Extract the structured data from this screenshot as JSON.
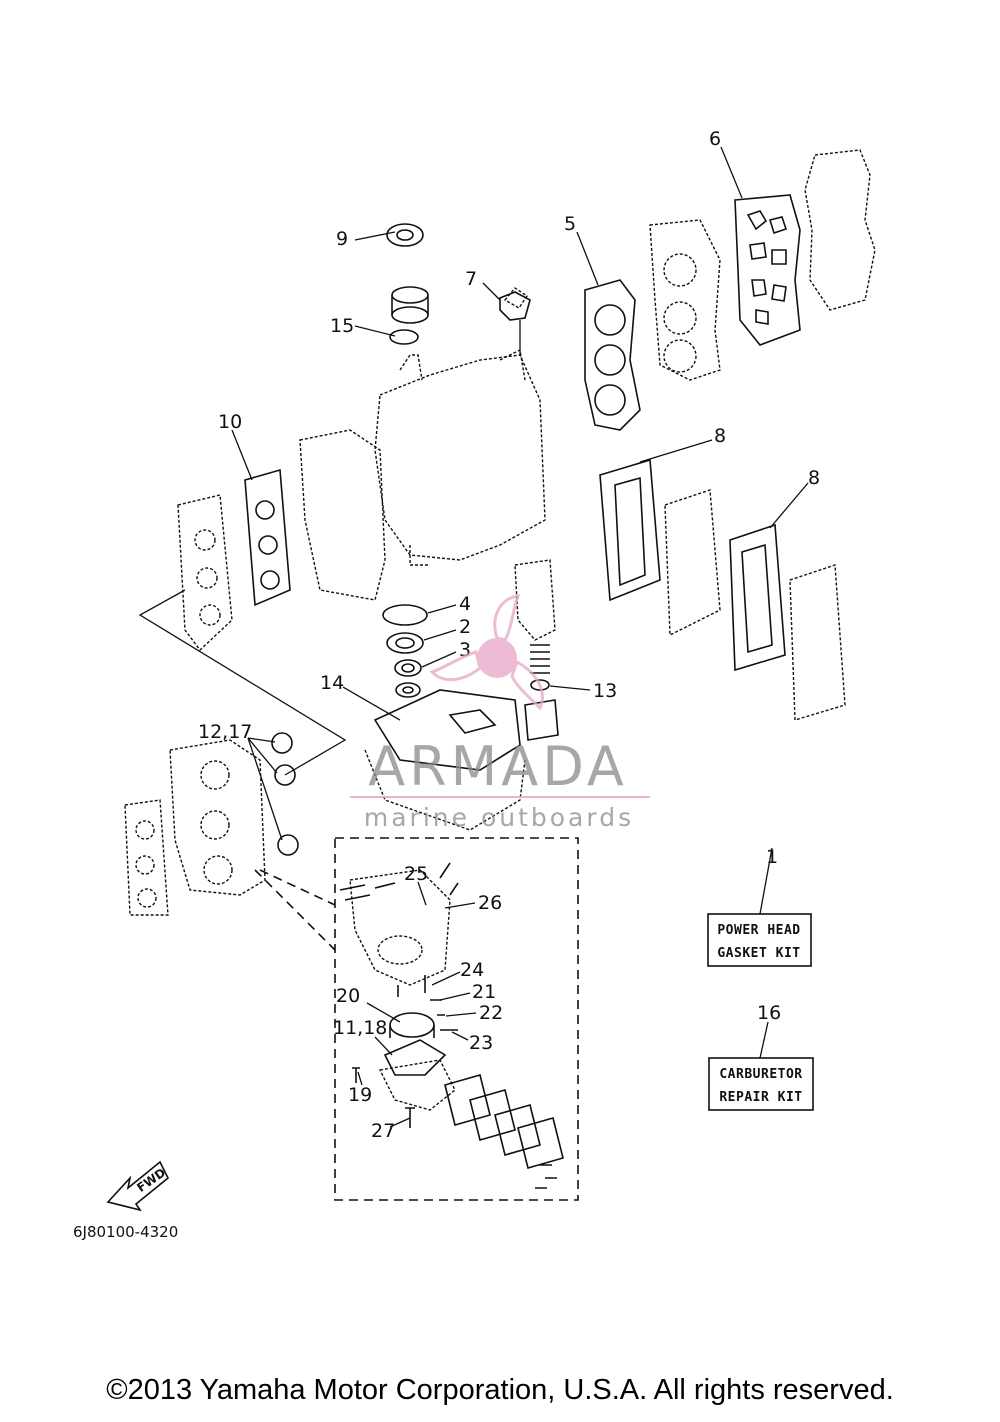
{
  "callouts": {
    "c1": "1",
    "c2": "2",
    "c3": "3",
    "c4": "4",
    "c5": "5",
    "c6": "6",
    "c7": "7",
    "c8a": "8",
    "c8b": "8",
    "c9": "9",
    "c10": "10",
    "c11_18": "11,18",
    "c12_17": "12,17",
    "c13": "13",
    "c14": "14",
    "c15": "15",
    "c16": "16",
    "c19": "19",
    "c20": "20",
    "c21": "21",
    "c22": "22",
    "c23": "23",
    "c24": "24",
    "c25": "25",
    "c26": "26",
    "c27": "27"
  },
  "kits": {
    "power_head": {
      "line1": "POWER HEAD",
      "line2": "GASKET KIT"
    },
    "carburetor": {
      "line1": "CARBURETOR",
      "line2": "REPAIR KIT"
    }
  },
  "watermark": {
    "brand": "ARMADA",
    "tagline": "marine outboards",
    "accent_color": "#e7a6c6"
  },
  "fwd_label": "FWD",
  "drawing_code": "6J80100-4320",
  "copyright": "©2013 Yamaha Motor Corporation, U.S.A. All rights reserved."
}
